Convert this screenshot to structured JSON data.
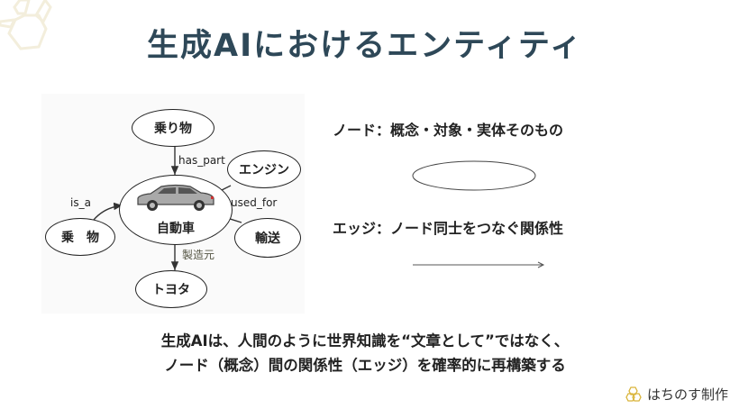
{
  "title": "生成AIにおけるエンティティ",
  "diagram": {
    "nodes": {
      "top": "乗り物",
      "center": "自動車",
      "engine": "エンジン",
      "left": "乗　物",
      "transport": "輸送",
      "bottom": "トヨタ"
    },
    "edges": {
      "has_part": "has_part",
      "is_a": "is_a",
      "used_for": "used_for",
      "maker": "製造元"
    }
  },
  "legend": {
    "node_text": "ノード：概念・対象・実体そのもの",
    "edge_text": "エッジ：ノード同士をつなぐ関係性"
  },
  "summary": {
    "line1": "生成AIは、人間のように世界知識を“文章として”ではなく、",
    "line2": "ノード（概念）間の関係性（エッジ）を確率的に再構築する"
  },
  "footer": {
    "brand": "はちのす制作"
  },
  "colors": {
    "title": "#2e4858",
    "hex": "#f3eedc",
    "logo": "#d9b43a"
  }
}
